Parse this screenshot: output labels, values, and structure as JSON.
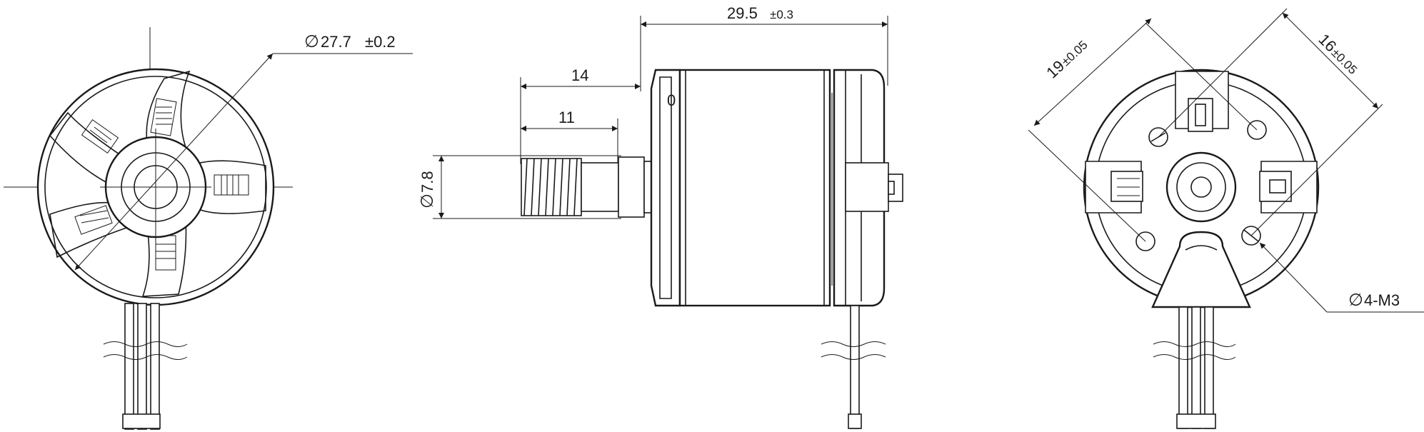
{
  "colors": {
    "line": "#1a1a1a",
    "background": "#ffffff"
  },
  "symbols": {
    "diameter": "∅"
  },
  "front_view": {
    "outer_diameter": {
      "value": "27.7",
      "tol": "±0.2"
    }
  },
  "side_view": {
    "overall_length": {
      "value": "29.5",
      "tol": "±0.3"
    },
    "shaft_length": {
      "value": "14"
    },
    "thread_length": {
      "value": "11"
    },
    "shaft_diameter": {
      "value": "7.8"
    },
    "mark": "0"
  },
  "rear_view": {
    "hole_spacing_a": {
      "value": "19",
      "tol": "±0.05"
    },
    "hole_spacing_b": {
      "value": "16",
      "tol": "±0.05"
    },
    "mount_holes": {
      "value": "4-M3"
    }
  }
}
